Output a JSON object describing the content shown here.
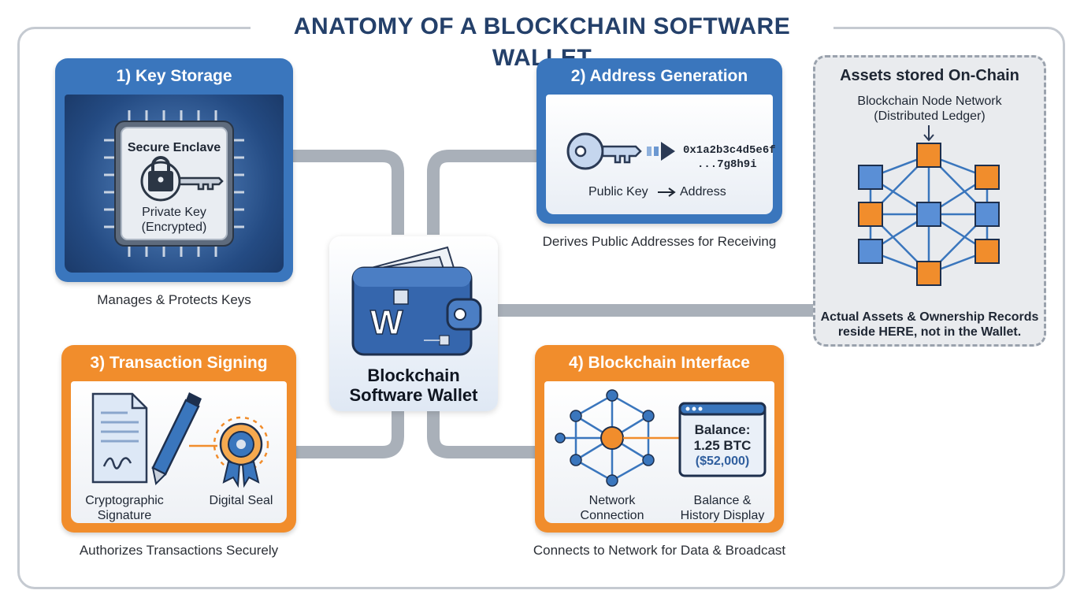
{
  "title": "ANATOMY OF A BLOCKCHAIN SOFTWARE WALLET",
  "center": {
    "line1": "Blockchain",
    "line2": "Software Wallet"
  },
  "key_storage": {
    "header": "1) Key Storage",
    "enclave_label": "Secure Enclave",
    "private_key_line1": "Private Key",
    "private_key_line2": "(Encrypted)",
    "caption": "Manages & Protects Keys"
  },
  "address_generation": {
    "header": "2) Address Generation",
    "address_line1": "0x1a2b3c4d5e6f",
    "address_line2": "...7g8h9i",
    "flow_from": "Public Key",
    "flow_to": "Address",
    "caption": "Derives Public Addresses for Receiving"
  },
  "on_chain": {
    "header": "Assets stored On-Chain",
    "network_line1": "Blockchain Node Network",
    "network_line2": "(Distributed Ledger)",
    "note_line1": "Actual Assets & Ownership Records",
    "note_line2": "reside HERE, not in the Wallet."
  },
  "transaction_signing": {
    "header": "3) Transaction Signing",
    "signature_line1": "Cryptographic",
    "signature_line2": "Signature",
    "seal_label": "Digital Seal",
    "caption": "Authorizes Transactions Securely"
  },
  "blockchain_interface": {
    "header": "4) Blockchain Interface",
    "balance_label": "Balance:",
    "balance_btc": "1.25 BTC",
    "balance_usd": "($52,000)",
    "network_line1": "Network",
    "network_line2": "Connection",
    "display_line1": "Balance &",
    "display_line2": "History Display",
    "caption": "Connects to Network for Data & Broadcast"
  },
  "colors": {
    "blue": "#3a76bd",
    "orange": "#f18d2c",
    "navy": "#24406a",
    "pipe": "#a9b0b9"
  }
}
